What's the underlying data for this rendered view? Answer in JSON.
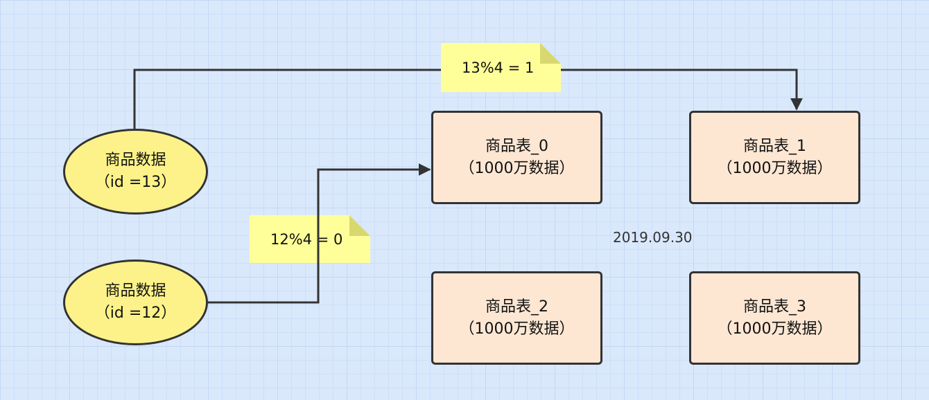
{
  "nodes": {
    "source_13": {
      "line1": "商品数据",
      "line2": "（id =13）"
    },
    "source_12": {
      "line1": "商品数据",
      "line2": "（id =12）"
    },
    "table_0": {
      "line1": "商品表_0",
      "line2": "（1000万数据）"
    },
    "table_1": {
      "line1": "商品表_1",
      "line2": "（1000万数据）"
    },
    "table_2": {
      "line1": "商品表_2",
      "line2": "（1000万数据）"
    },
    "table_3": {
      "line1": "商品表_3",
      "line2": "（1000万数据）"
    }
  },
  "notes": {
    "mod_13": "13%4 = 1",
    "mod_12": "12%4 = 0"
  },
  "date_label": "2019.09.30",
  "colors": {
    "background": "#dae8fc",
    "table_fill": "#fde7d3",
    "source_fill": "#fcf289",
    "note_fill": "#ffff99",
    "stroke": "#333333"
  }
}
